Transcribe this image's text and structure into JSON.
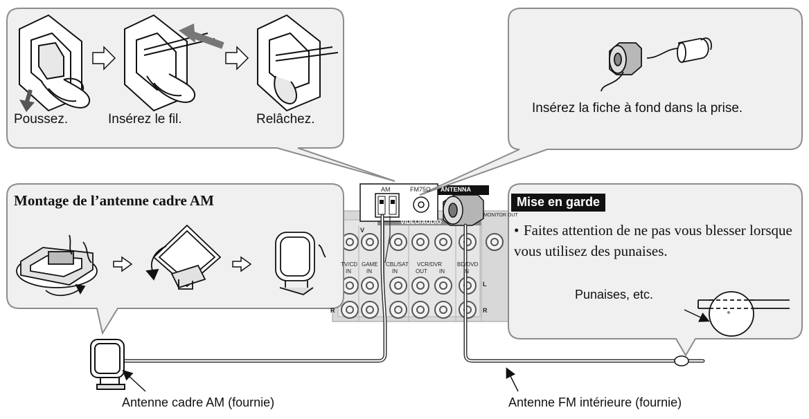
{
  "steps": {
    "push": "Poussez.",
    "insert": "Insérez le fil.",
    "release": "Relâchez."
  },
  "plug_instruction": "Insérez la fiche à fond dans la prise.",
  "am_assembly_title": "Montage de l’antenne cadre AM",
  "caution": {
    "badge": "Mise en garde",
    "text": "Faites attention de ne pas vous blesser lorsque vous utilisez des punaises.",
    "pins_label": "Punaises, etc."
  },
  "panel": {
    "am": "AM",
    "fm": "FM75Ω",
    "antenna": "ANTENNA",
    "video_audio": "VIDEO/AUDIO",
    "monitor_out": "MONITOR OUT",
    "v": "V",
    "l": "L",
    "r": "R",
    "inputs": [
      {
        "name": "TV/CD",
        "tag": "IN"
      },
      {
        "name": "GAME",
        "tag": "IN"
      },
      {
        "name": "CBL/SAT",
        "tag": "IN"
      },
      {
        "name": "VCR/DVR",
        "tag": "OUT",
        "tag2": "IN"
      },
      {
        "name": "BD/DVD",
        "tag": "IN"
      }
    ]
  },
  "callouts": {
    "am_loop": "Antenne cadre AM (fournie)",
    "fm_indoor": "Antenne FM intérieure (fournie)"
  }
}
